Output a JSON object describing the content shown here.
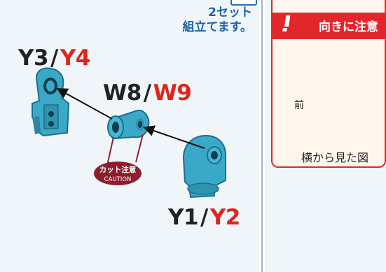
{
  "sets_text": "2セット",
  "assemble_text": "組立てます。",
  "parts": {
    "top_left": {
      "a": "Y3",
      "sep": "/",
      "b": "Y4"
    },
    "middle": {
      "a": "W8",
      "sep": "/",
      "b": "W9"
    },
    "bottom": {
      "a": "Y1",
      "sep": "/",
      "b": "Y2"
    }
  },
  "cut_caution": {
    "ja": "カット注意",
    "en": "CAUTION"
  },
  "caution_panel": {
    "title": "向きに注意",
    "front_label": "前",
    "caption": "横から見た図"
  },
  "colors": {
    "part_fill": "#3aa9c8",
    "part_dark": "#1d6e8a",
    "caution_red": "#e3262a",
    "label_red": "#e2231a",
    "blue_text": "#1b63b0"
  }
}
